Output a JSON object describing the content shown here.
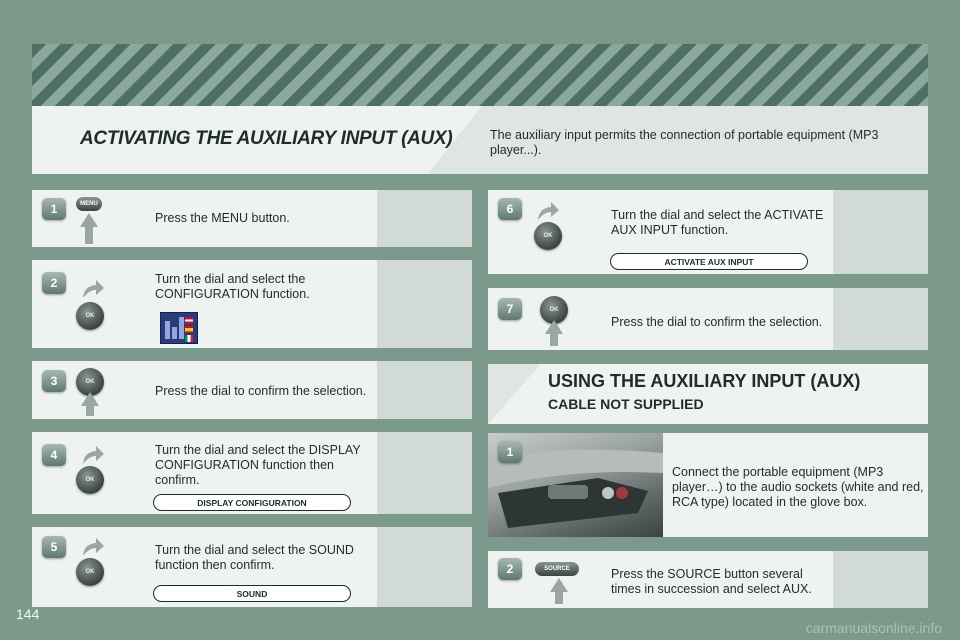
{
  "header": {
    "title": "ACTIVATING THE AUXILIARY INPUT (AUX)",
    "intro": "The auxiliary input permits the connection of portable equipment (MP3 player...)."
  },
  "left_steps": [
    {
      "num": "1",
      "text": "Press the MENU button.",
      "button": "MENU"
    },
    {
      "num": "2",
      "text": "Turn the dial and select the CONFIGURATION function.",
      "button": "OK"
    },
    {
      "num": "3",
      "text": "Press the dial to confirm the selection.",
      "button": "OK"
    },
    {
      "num": "4",
      "text": "Turn the dial and select the DISPLAY CONFIGURATION function then confirm.",
      "button": "OK",
      "label": "DISPLAY CONFIGURATION"
    },
    {
      "num": "5",
      "text": "Turn the dial and select the SOUND function then confirm.",
      "button": "OK",
      "label": "SOUND"
    }
  ],
  "right_steps": [
    {
      "num": "6",
      "text": "Turn the dial and select the ACTIVATE AUX INPUT function.",
      "button": "OK",
      "label": "ACTIVATE AUX INPUT"
    },
    {
      "num": "7",
      "text": "Press the dial to confirm the selection.",
      "button": "OK"
    }
  ],
  "using_section": {
    "title": "USING THE AUXILIARY INPUT (AUX)",
    "subtitle": "CABLE NOT SUPPLIED",
    "steps": [
      {
        "num": "1",
        "text": "Connect the portable equipment (MP3 player…) to the audio sockets (white and red, RCA type) located in the glove box."
      },
      {
        "num": "2",
        "text": "Press the SOURCE button several times in succession and select AUX.",
        "button": "SOURCE"
      }
    ]
  },
  "footer": {
    "page_number": "144",
    "watermark": "carmanualsonline.info"
  }
}
